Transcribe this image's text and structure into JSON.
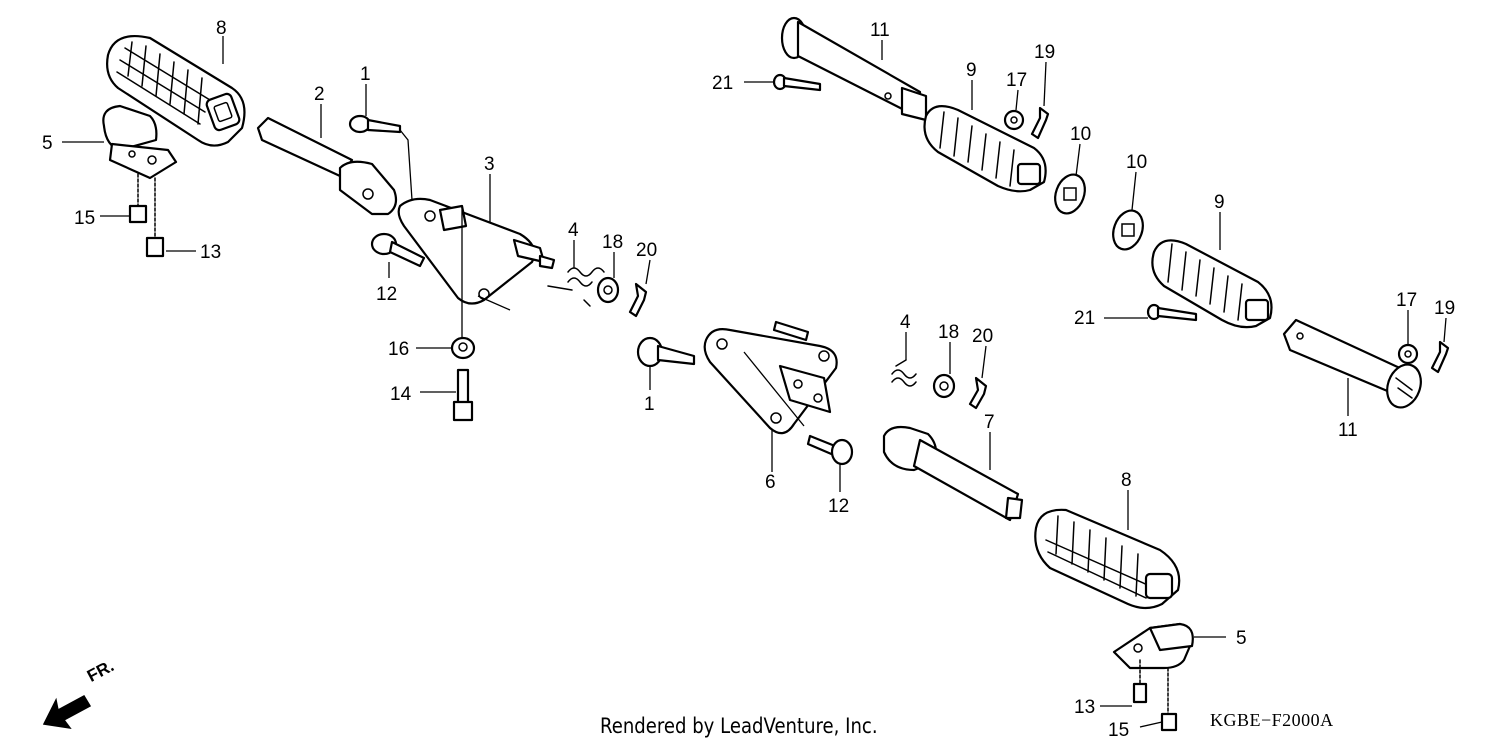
{
  "diagram": {
    "footer_credit": "Rendered by LeadVenture, Inc.",
    "diagram_code": "KGBE−F2000A",
    "direction_label": "FR.",
    "callouts": [
      {
        "id": "c-8a",
        "text": "8"
      },
      {
        "id": "c-5a",
        "text": "5"
      },
      {
        "id": "c-15a",
        "text": "15"
      },
      {
        "id": "c-13a",
        "text": "13"
      },
      {
        "id": "c-2",
        "text": "2"
      },
      {
        "id": "c-1a",
        "text": "1"
      },
      {
        "id": "c-3",
        "text": "3"
      },
      {
        "id": "c-12a",
        "text": "12"
      },
      {
        "id": "c-16",
        "text": "16"
      },
      {
        "id": "c-14",
        "text": "14"
      },
      {
        "id": "c-4a",
        "text": "4"
      },
      {
        "id": "c-18a",
        "text": "18"
      },
      {
        "id": "c-20a",
        "text": "20"
      },
      {
        "id": "c-1b",
        "text": "1"
      },
      {
        "id": "c-6",
        "text": "6"
      },
      {
        "id": "c-12b",
        "text": "12"
      },
      {
        "id": "c-4b",
        "text": "4"
      },
      {
        "id": "c-18b",
        "text": "18"
      },
      {
        "id": "c-20b",
        "text": "20"
      },
      {
        "id": "c-7",
        "text": "7"
      },
      {
        "id": "c-8b",
        "text": "8"
      },
      {
        "id": "c-5b",
        "text": "5"
      },
      {
        "id": "c-13b",
        "text": "13"
      },
      {
        "id": "c-15b",
        "text": "15"
      },
      {
        "id": "c-11a",
        "text": "11"
      },
      {
        "id": "c-21a",
        "text": "21"
      },
      {
        "id": "c-9a",
        "text": "9"
      },
      {
        "id": "c-17a",
        "text": "17"
      },
      {
        "id": "c-19a",
        "text": "19"
      },
      {
        "id": "c-10a",
        "text": "10"
      },
      {
        "id": "c-10b",
        "text": "10"
      },
      {
        "id": "c-9b",
        "text": "9"
      },
      {
        "id": "c-21b",
        "text": "21"
      },
      {
        "id": "c-17b",
        "text": "17"
      },
      {
        "id": "c-19b",
        "text": "19"
      },
      {
        "id": "c-11b",
        "text": "11"
      }
    ]
  }
}
